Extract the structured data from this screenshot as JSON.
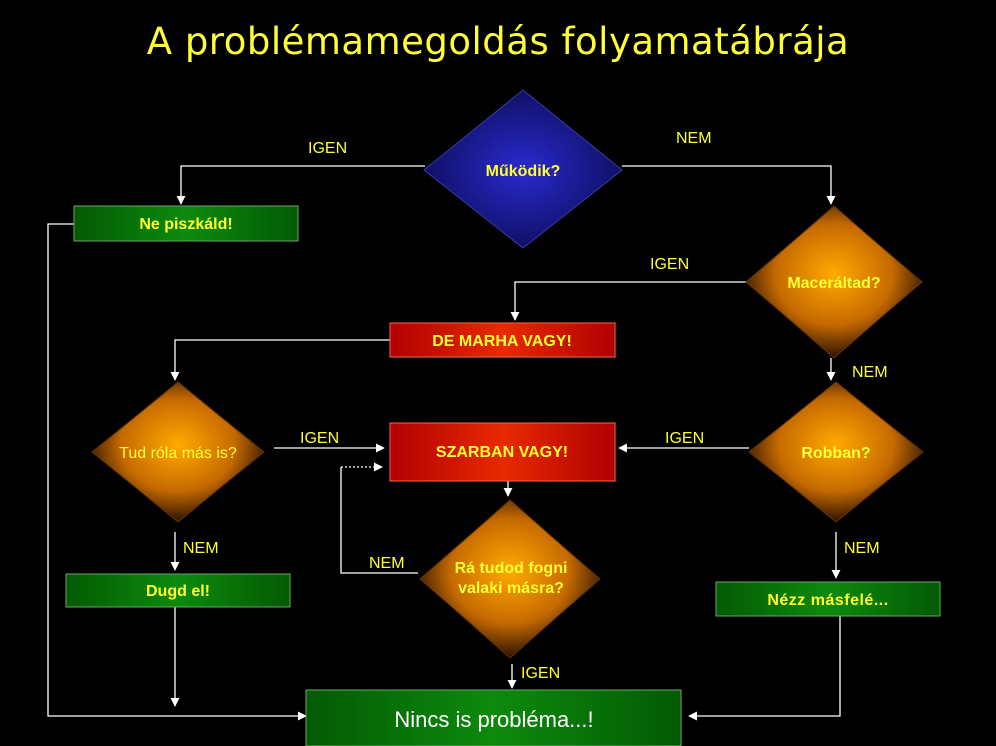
{
  "title": "A problémamegoldás folyamatábrája",
  "nodes": {
    "mukodik": "Működik?",
    "ne_piszkald": "Ne piszkáld!",
    "maceraltad": "Maceráltad?",
    "de_marha_vagy": "DE MARHA VAGY!",
    "tud_rola": "Tud róla más is?",
    "szarban_vagy": "SZARBAN VAGY!",
    "robban": "Robban?",
    "ra_tudod_line1": "Rá tudod fogni",
    "ra_tudod_line2": "valaki másra?",
    "dugd_el": "Dugd el!",
    "nezz_masfele": "Nézz másfelé...",
    "nincs_problema": "Nincs is probléma...!"
  },
  "edges": {
    "mukodik_igen": "IGEN",
    "mukodik_nem": "NEM",
    "maceraltad_igen": "IGEN",
    "maceraltad_nem": "NEM",
    "tud_rola_igen": "IGEN",
    "tud_rola_nem": "NEM",
    "robban_igen": "IGEN",
    "robban_nem": "NEM",
    "ra_tudod_nem": "NEM",
    "ra_tudod_igen": "IGEN"
  },
  "colors": {
    "title": "#ffff33",
    "label": "#ffff33",
    "decision_blue": "#1c1c8c",
    "decision_orange": "#ff9900",
    "box_green": "#0a7a0a",
    "box_red": "#cc1100",
    "connector": "#ffffff"
  }
}
